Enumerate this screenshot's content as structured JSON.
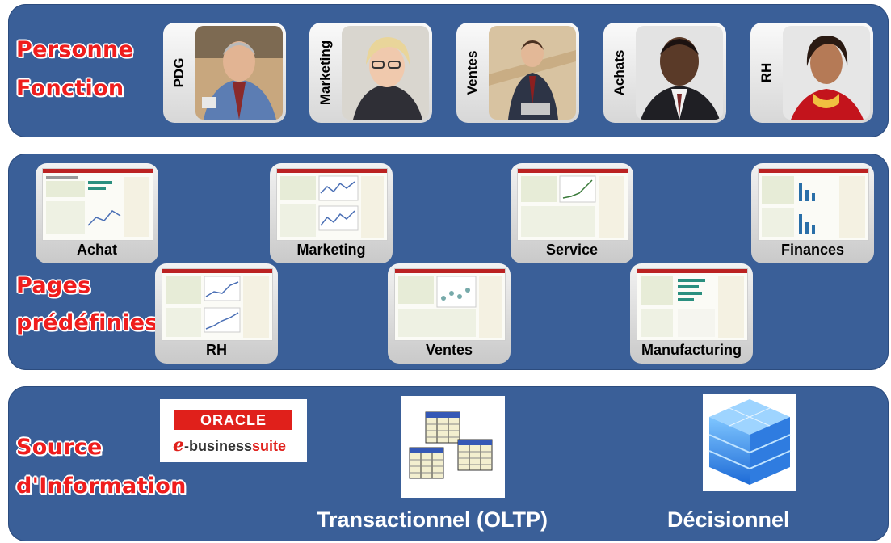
{
  "rows": {
    "personne": {
      "line1": "Personne",
      "line2": "Fonction"
    },
    "pages": {
      "line1": "Pages",
      "line2": "prédéfinies"
    },
    "source": {
      "line1": "Source",
      "line2": "d'Information"
    }
  },
  "persons": [
    "PDG",
    "Marketing",
    "Ventes",
    "Achats",
    "RH"
  ],
  "pages": [
    "Achat",
    "Marketing",
    "Service",
    "Finances",
    "RH",
    "Ventes",
    "Manufacturing"
  ],
  "source": {
    "oracle_logo": "ORACLE",
    "ebs_e": "e",
    "ebs_business": "-business",
    "ebs_suite": "suite",
    "oltp_caption": "Transactionnel (OLTP)",
    "decision_caption": "Décisionnel"
  },
  "colors": {
    "band": "#3a5f98",
    "label_red": "#ef1d1d",
    "oracle_red": "#e0201b"
  }
}
